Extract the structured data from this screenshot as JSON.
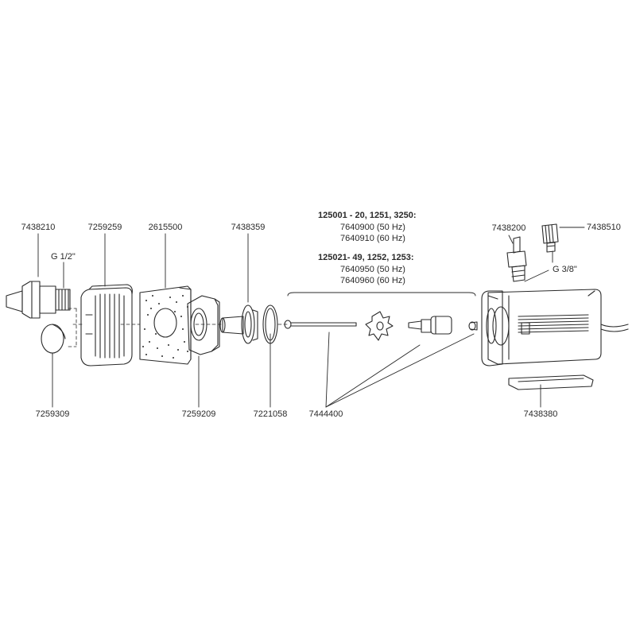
{
  "part_numbers": {
    "nozzle": "7438210",
    "intake_cover": "7259259",
    "filter_foam": "2615500",
    "impeller_cover": "7438359",
    "suction_cap": "7259309",
    "front_plate": "7259209",
    "o_ring": "7221058",
    "impeller_set": "7444400",
    "hose_nozzle": "7438200",
    "valve": "7438510",
    "base_plate": "7438380"
  },
  "thread_labels": {
    "nozzle_thread": "G 1/2\"",
    "outlet_thread": "G 3/8\""
  },
  "model_groups": [
    {
      "models": "125001 - 20, 1251, 3250:",
      "variants": [
        "7640900 (50 Hz)",
        "7640910 (60 Hz)"
      ]
    },
    {
      "models": "125021- 49, 1252, 1253:",
      "variants": [
        "7640950 (50 Hz)",
        "7640960 (60 Hz)"
      ]
    }
  ],
  "colors": {
    "line": "#2a2a2a",
    "text": "#2a2a2a",
    "background": "#ffffff"
  }
}
